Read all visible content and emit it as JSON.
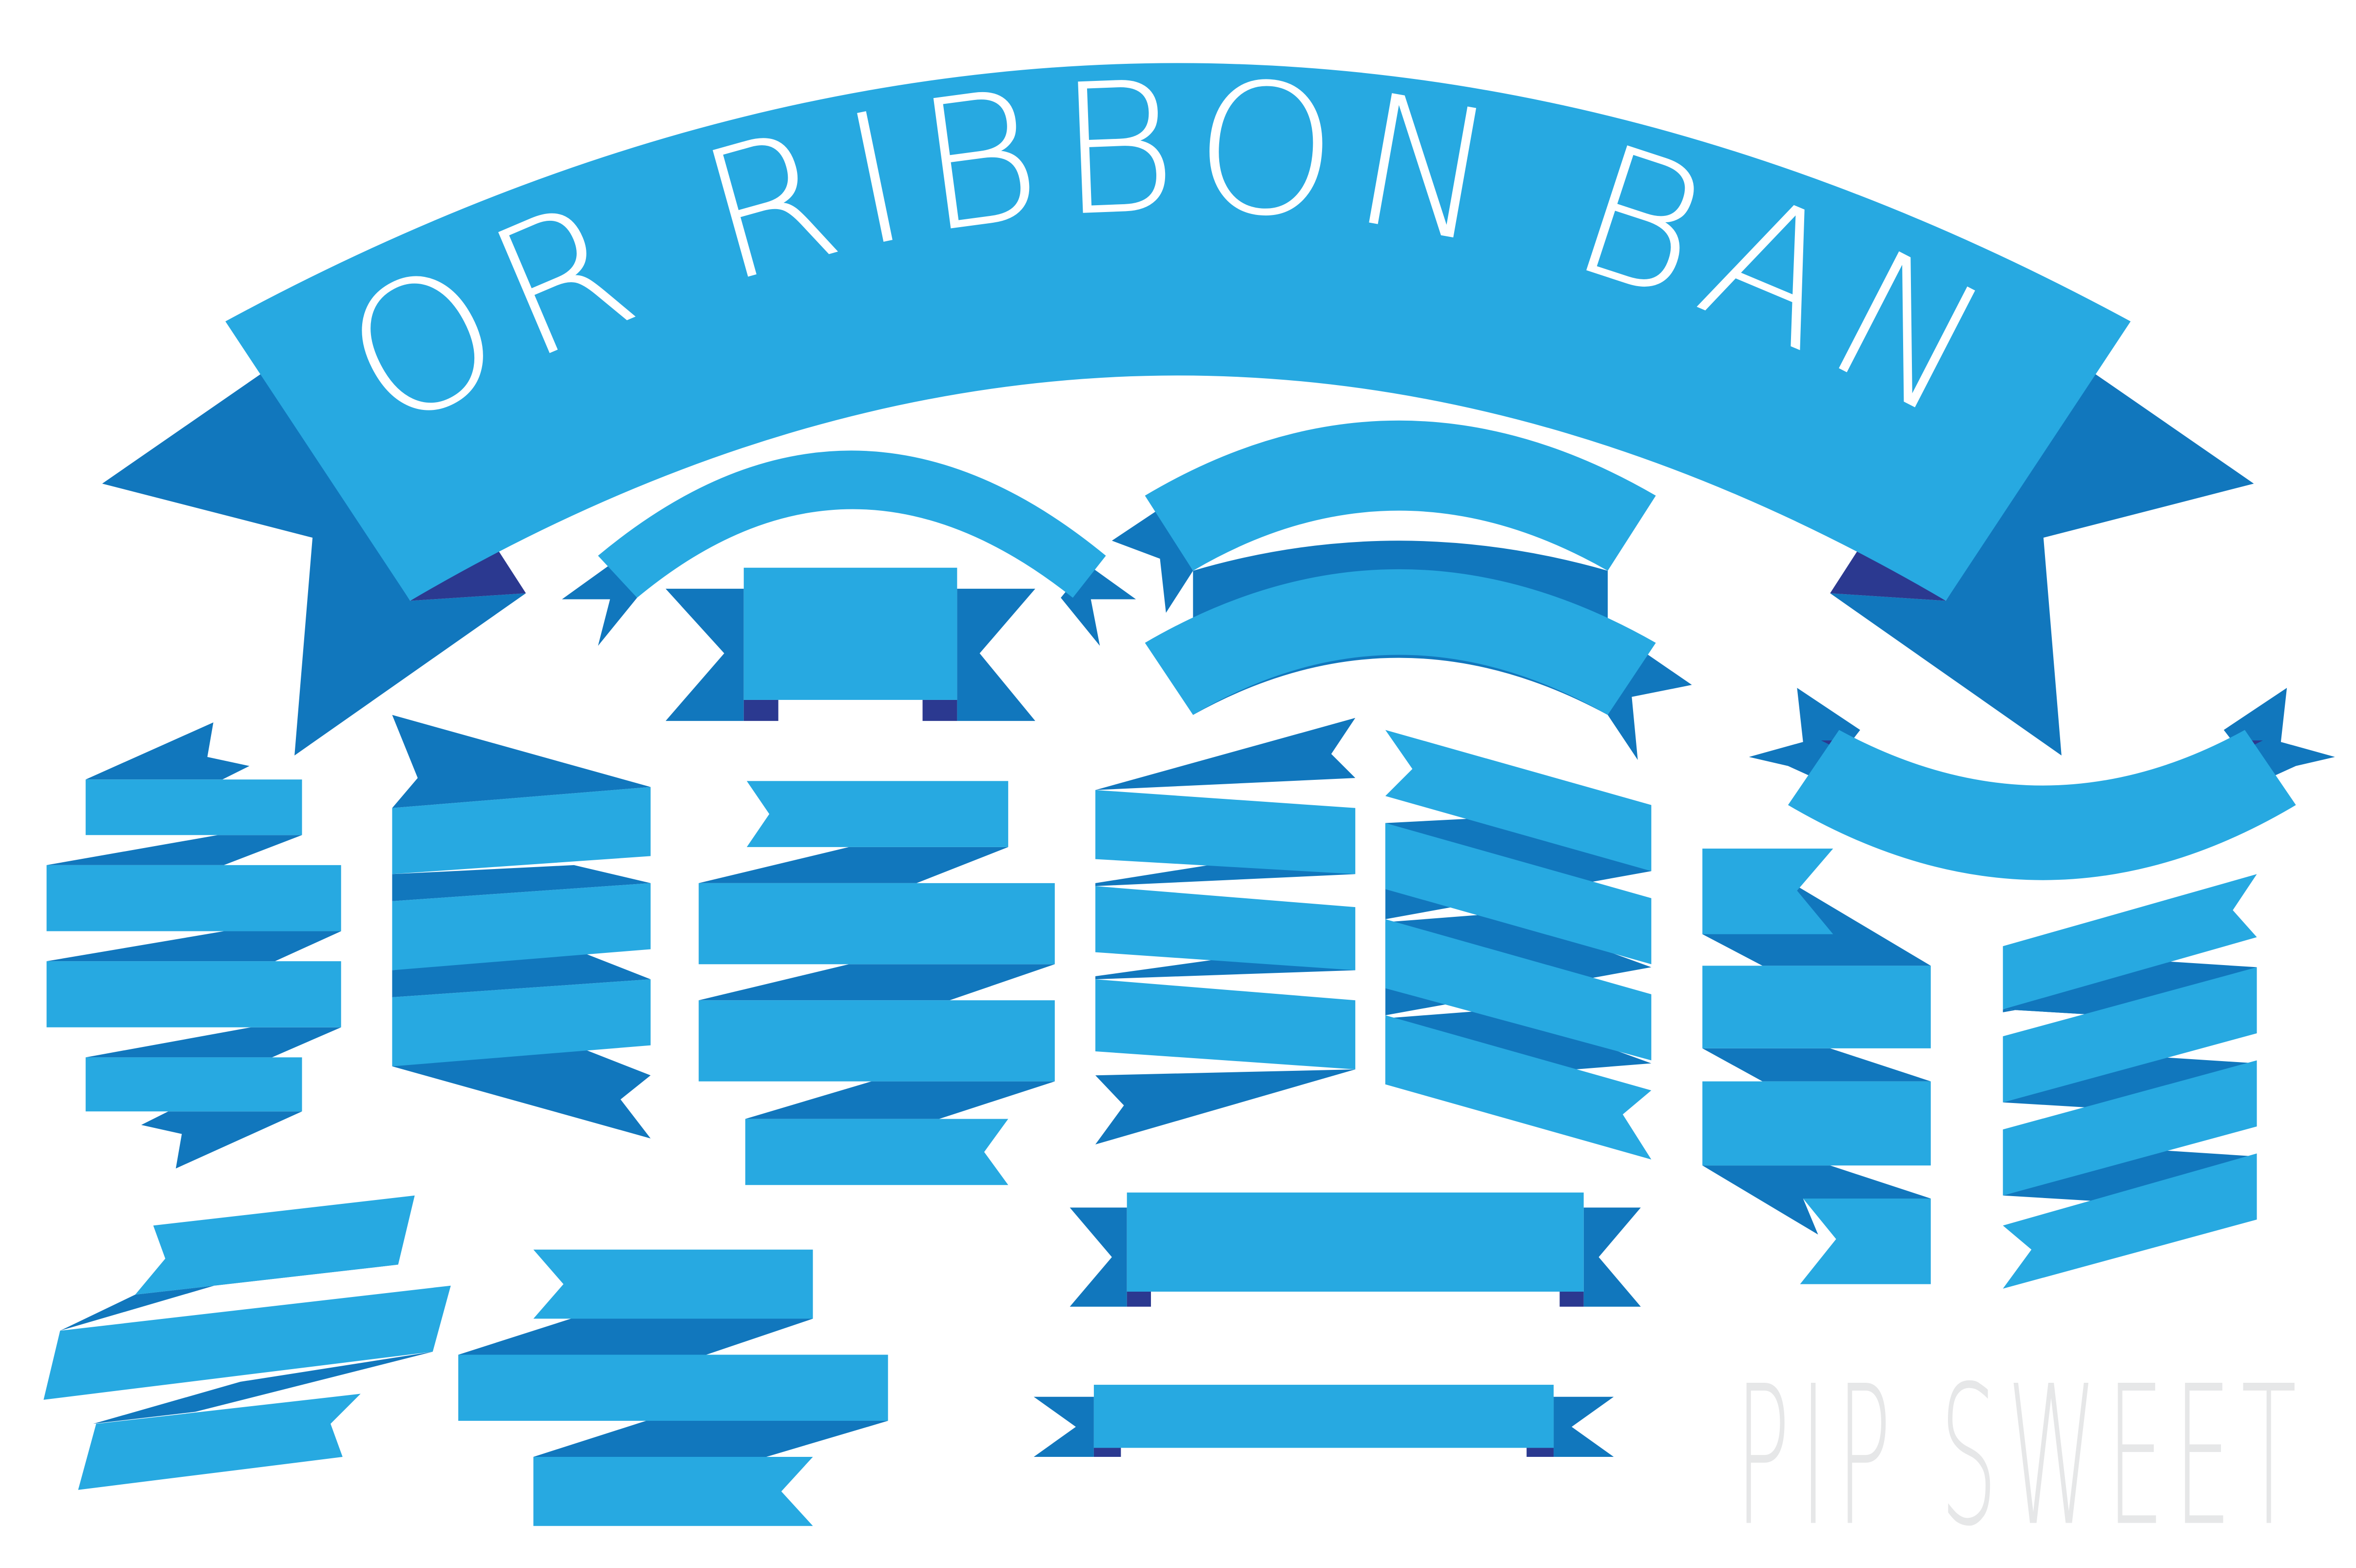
{
  "title": {
    "text": "VECTOR RIBBON BANNERS"
  },
  "brand": {
    "text": "PIP SWEET"
  },
  "colors": {
    "ribbon_face": "#27A9E1",
    "ribbon_fold": "#1177BD",
    "ribbon_shadow": "#2B3990",
    "brand_text": "#E6E7E8",
    "background": "#FFFFFF"
  },
  "banners": [
    {
      "name": "large-arched-title-banner"
    },
    {
      "name": "small-arched-banner-top"
    },
    {
      "name": "small-rectangle-banner-top"
    },
    {
      "name": "double-arched-banner"
    },
    {
      "name": "smile-arched-banner"
    },
    {
      "name": "stacked-flat-banner-left"
    },
    {
      "name": "zigzag-banner-angled-1"
    },
    {
      "name": "stacked-flat-banner-center"
    },
    {
      "name": "zigzag-banner-angled-2"
    },
    {
      "name": "zigzag-banner-angled-3"
    },
    {
      "name": "stacked-flat-banner-right"
    },
    {
      "name": "zigzag-banner-angled-4"
    },
    {
      "name": "slanted-banner-bottom-left"
    },
    {
      "name": "stacked-flat-banner-bottom"
    },
    {
      "name": "flat-rectangle-banner-bottom"
    },
    {
      "name": "thin-flat-banner-bottom"
    }
  ]
}
